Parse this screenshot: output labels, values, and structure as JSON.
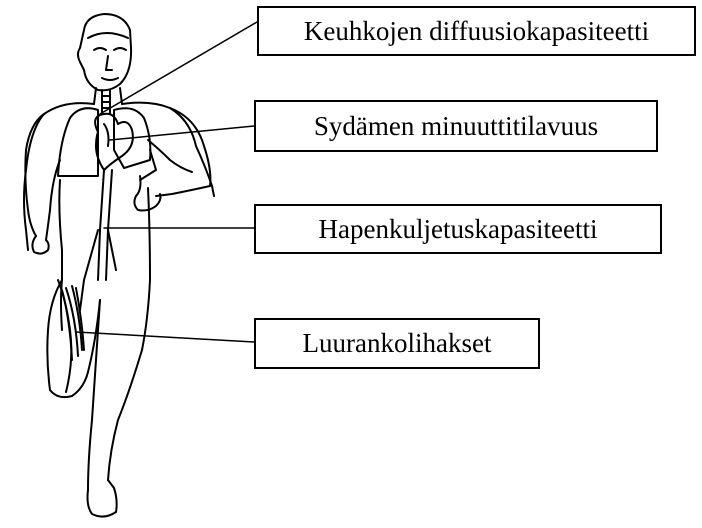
{
  "labels": {
    "lung_diffusion": "Keuhkojen diffuusiokapasiteetti",
    "cardiac_output": "Sydämen minuuttitilavuus",
    "oxygen_transport": "Hapenkuljetuskapasiteetti",
    "skeletal_muscles": "Luurankolihakset"
  },
  "colors": {
    "ink": "#000000",
    "background": "#ffffff"
  }
}
